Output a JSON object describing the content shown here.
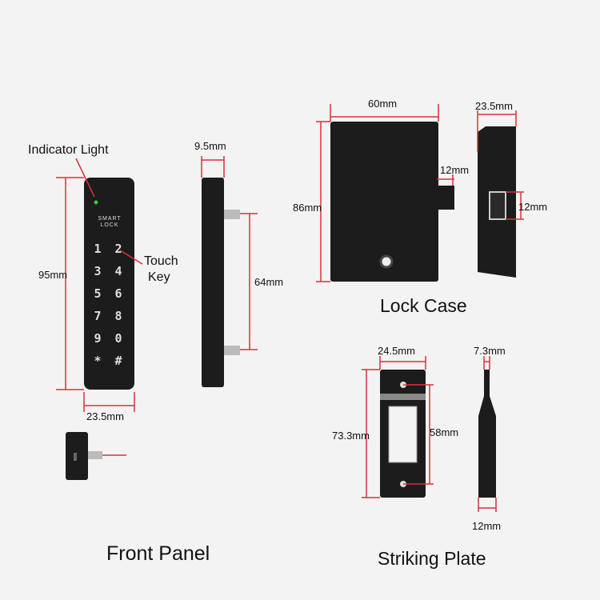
{
  "front_panel": {
    "title": "Front Panel",
    "indicator_label": "Indicator Light",
    "touch_key_label_line1": "Touch",
    "touch_key_label_line2": "Key",
    "brand_line1": "SMART",
    "brand_line2": "LOCK",
    "keys": [
      "1",
      "2",
      "3",
      "4",
      "5",
      "6",
      "7",
      "8",
      "9",
      "0",
      "*",
      "#"
    ],
    "height_dim": "95mm",
    "width_dim": "23.5mm",
    "depth_dim": "9.5mm",
    "spacing_dim": "64mm"
  },
  "lock_case": {
    "title": "Lock Case",
    "width_dim": "60mm",
    "height_dim": "86mm",
    "bolt_dim": "12mm",
    "side_depth_dim": "23.5mm",
    "side_bolt_dim": "12mm"
  },
  "striking_plate": {
    "title": "Striking Plate",
    "width_dim": "24.5mm",
    "height_dim": "73.3mm",
    "hole_spacing_dim": "58mm",
    "thickness_dim": "7.3mm",
    "depth_dim": "12mm"
  },
  "colors": {
    "dimension": "#d8323a",
    "body": "#1c1c1c",
    "background": "#f3f3f3"
  }
}
